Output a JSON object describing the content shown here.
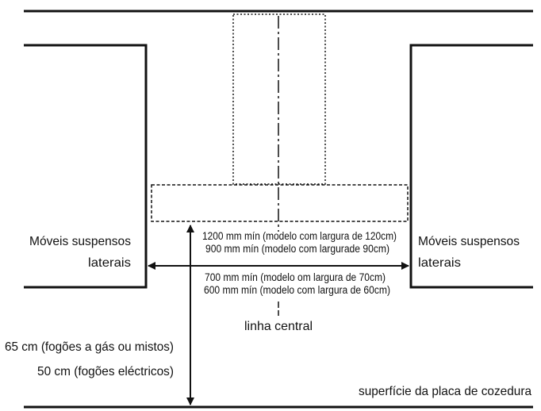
{
  "labels": {
    "left_cabinet_line1": "Móveis suspensos",
    "left_cabinet_line2": "laterais",
    "right_cabinet_line1": "Móveis suspensos",
    "right_cabinet_line2": "laterais",
    "width_1200": "1200 mm mín (modelo com largura de 120cm)",
    "width_900": "900 mm mín (modelo com largurade 90cm)",
    "width_700": "700 mm mín (modelo om largura de 70cm)",
    "width_600": "600 mm mín (modelo com largura de 60cm)",
    "center_line": "linha central",
    "height_gas": "65 cm (fogões a gás ou mistos)",
    "height_electric": "50 cm (fogões eléctricos)",
    "hob_surface": "superfície da placa de cozedura"
  },
  "colors": {
    "stroke": "#111111",
    "text": "#111111",
    "background": "#ffffff"
  }
}
